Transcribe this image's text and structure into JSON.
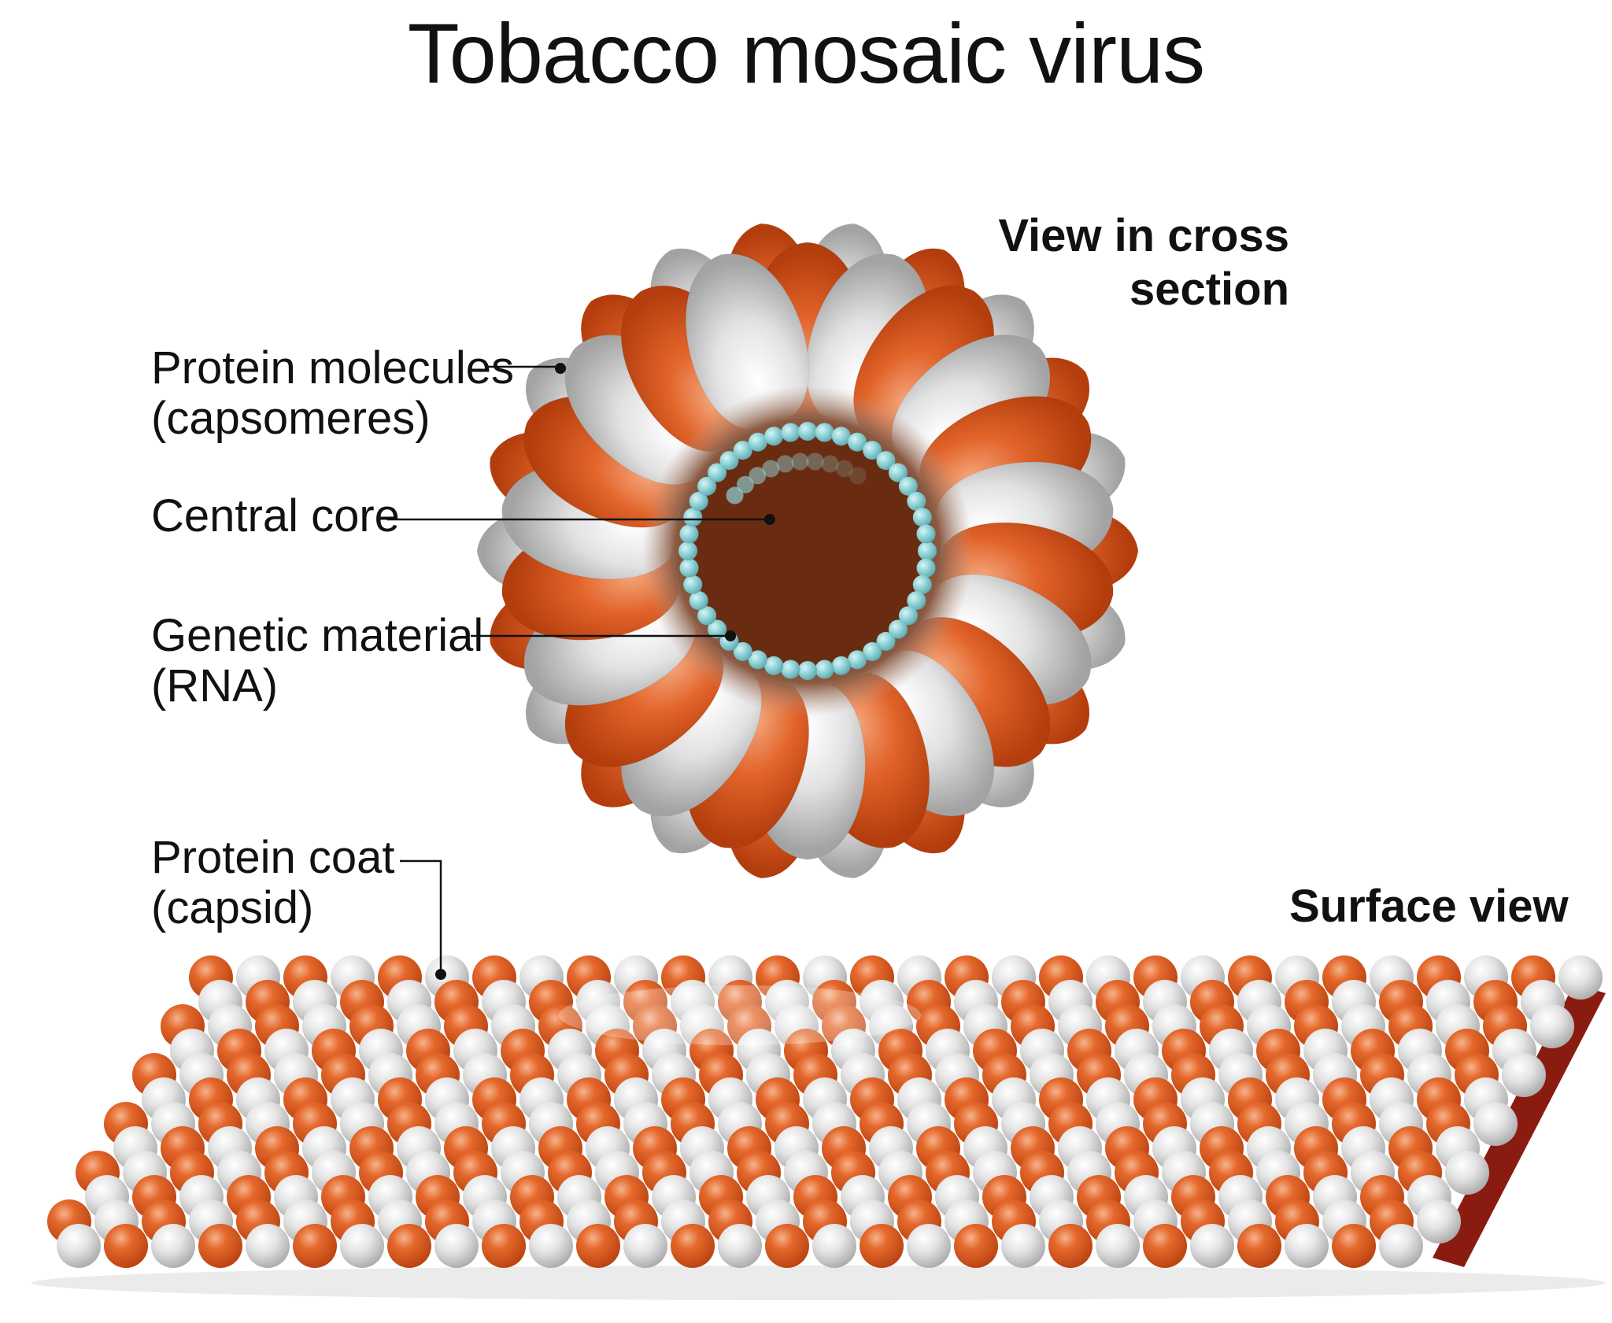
{
  "title": "Tobacco mosaic virus",
  "headings": {
    "cross_section_line1": "View in cross",
    "cross_section_line2": "section",
    "surface_view": "Surface view"
  },
  "labels": {
    "protein_molecules_line1": "Protein molecules",
    "protein_molecules_line2": "(capsomeres)",
    "central_core": "Central core",
    "genetic_material_line1": "Genetic material",
    "genetic_material_line2": "(RNA)",
    "protein_coat_line1": "Protein coat",
    "protein_coat_line2": "(capsid)"
  },
  "colors": {
    "capsomere_orange": "#d9571e",
    "capsomere_white": "#e6e6e6",
    "core": "#6e2f12",
    "rna": "#8fd3d8",
    "text": "#111111",
    "leader": "#111111"
  },
  "structure": {
    "capsomere_count": 22,
    "rna_bead_count": 44
  }
}
